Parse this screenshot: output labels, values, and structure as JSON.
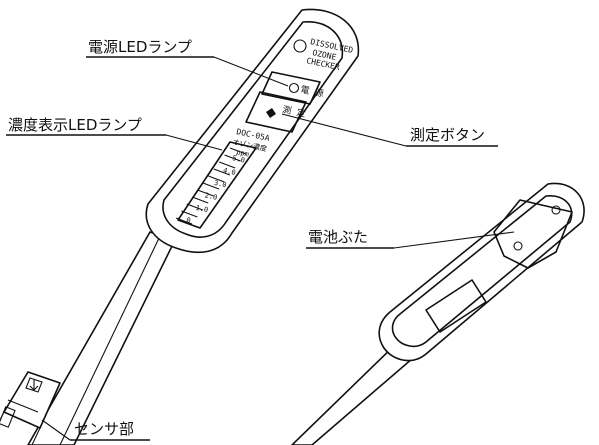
{
  "labels": {
    "power_led": "電源LEDランプ",
    "concentration_led": "濃度表示LEDランプ",
    "measure_button": "測定ボタン",
    "battery_cover": "電池ぶた",
    "sensor": "センサ部"
  },
  "device_text": {
    "brand_line1": "DISSOLVED",
    "brand_line2": "OZONE",
    "brand_line3": "CHECKER",
    "power_key": "電 源",
    "measure_key": "測 定",
    "model": "DOC-05A",
    "scale_title": "オゾン濃度",
    "unit": "ppm",
    "scale": [
      "5.0",
      "4.0",
      "3.0",
      "2.0",
      "1.0",
      "0"
    ]
  },
  "colors": {
    "line": "#111111",
    "background": "#ffffff"
  }
}
